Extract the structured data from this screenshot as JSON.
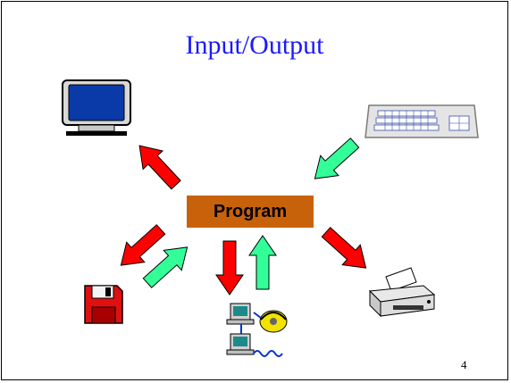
{
  "slide": {
    "title": "Input/Output",
    "center_label": "Program",
    "page_number": "4"
  },
  "colors": {
    "title": "#1a1aff",
    "program_box": "#c8620a",
    "output_arrow": "#ff0000",
    "input_arrow": "#33ff99"
  },
  "icons": [
    "monitor-icon",
    "keyboard-icon",
    "floppy-disk-icon",
    "network-computers-icon",
    "printer-icon"
  ]
}
